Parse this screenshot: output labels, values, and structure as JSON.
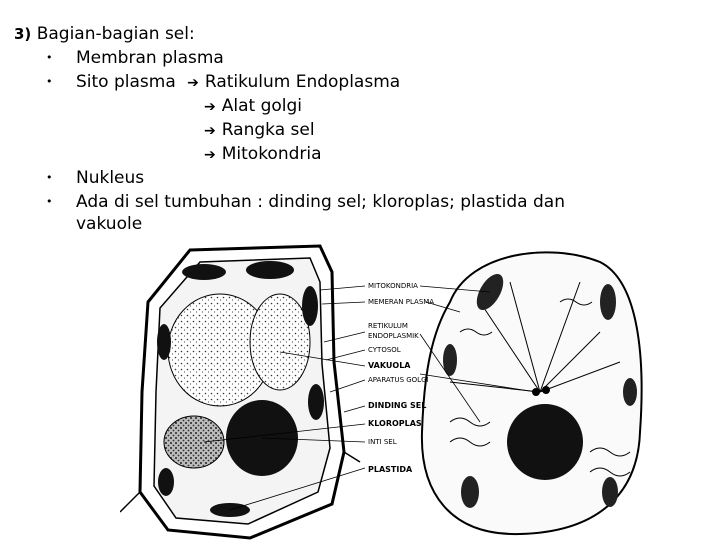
{
  "slide": {
    "heading_number": "3)",
    "heading": "Bagian-bagian sel:",
    "bullets": [
      {
        "text": "Membran plasma"
      },
      {
        "text": "Sito plasma",
        "arrow_items": [
          "Ratikulum Endoplasma",
          "Alat golgi",
          "Rangka sel",
          "Mitokondria"
        ]
      },
      {
        "text": "Nukleus"
      },
      {
        "text": "Ada di sel tumbuhan : dinding sel; kloroplas; plastida dan",
        "continuation": "vakuole"
      }
    ],
    "bullet_glyph": "•",
    "arrow_glyph": "➔"
  },
  "diagram": {
    "labels": [
      "MITOKONDRIA",
      "MEMERAN PLASMA",
      "RETIKULUM",
      "ENDOPLASMIK",
      "CYTOSOL",
      "VAKUOLA",
      "APARATUS GOLGI",
      "DINDING SEL",
      "KLOROPLAS",
      "INTI SEL",
      "PLASTIDA"
    ]
  }
}
